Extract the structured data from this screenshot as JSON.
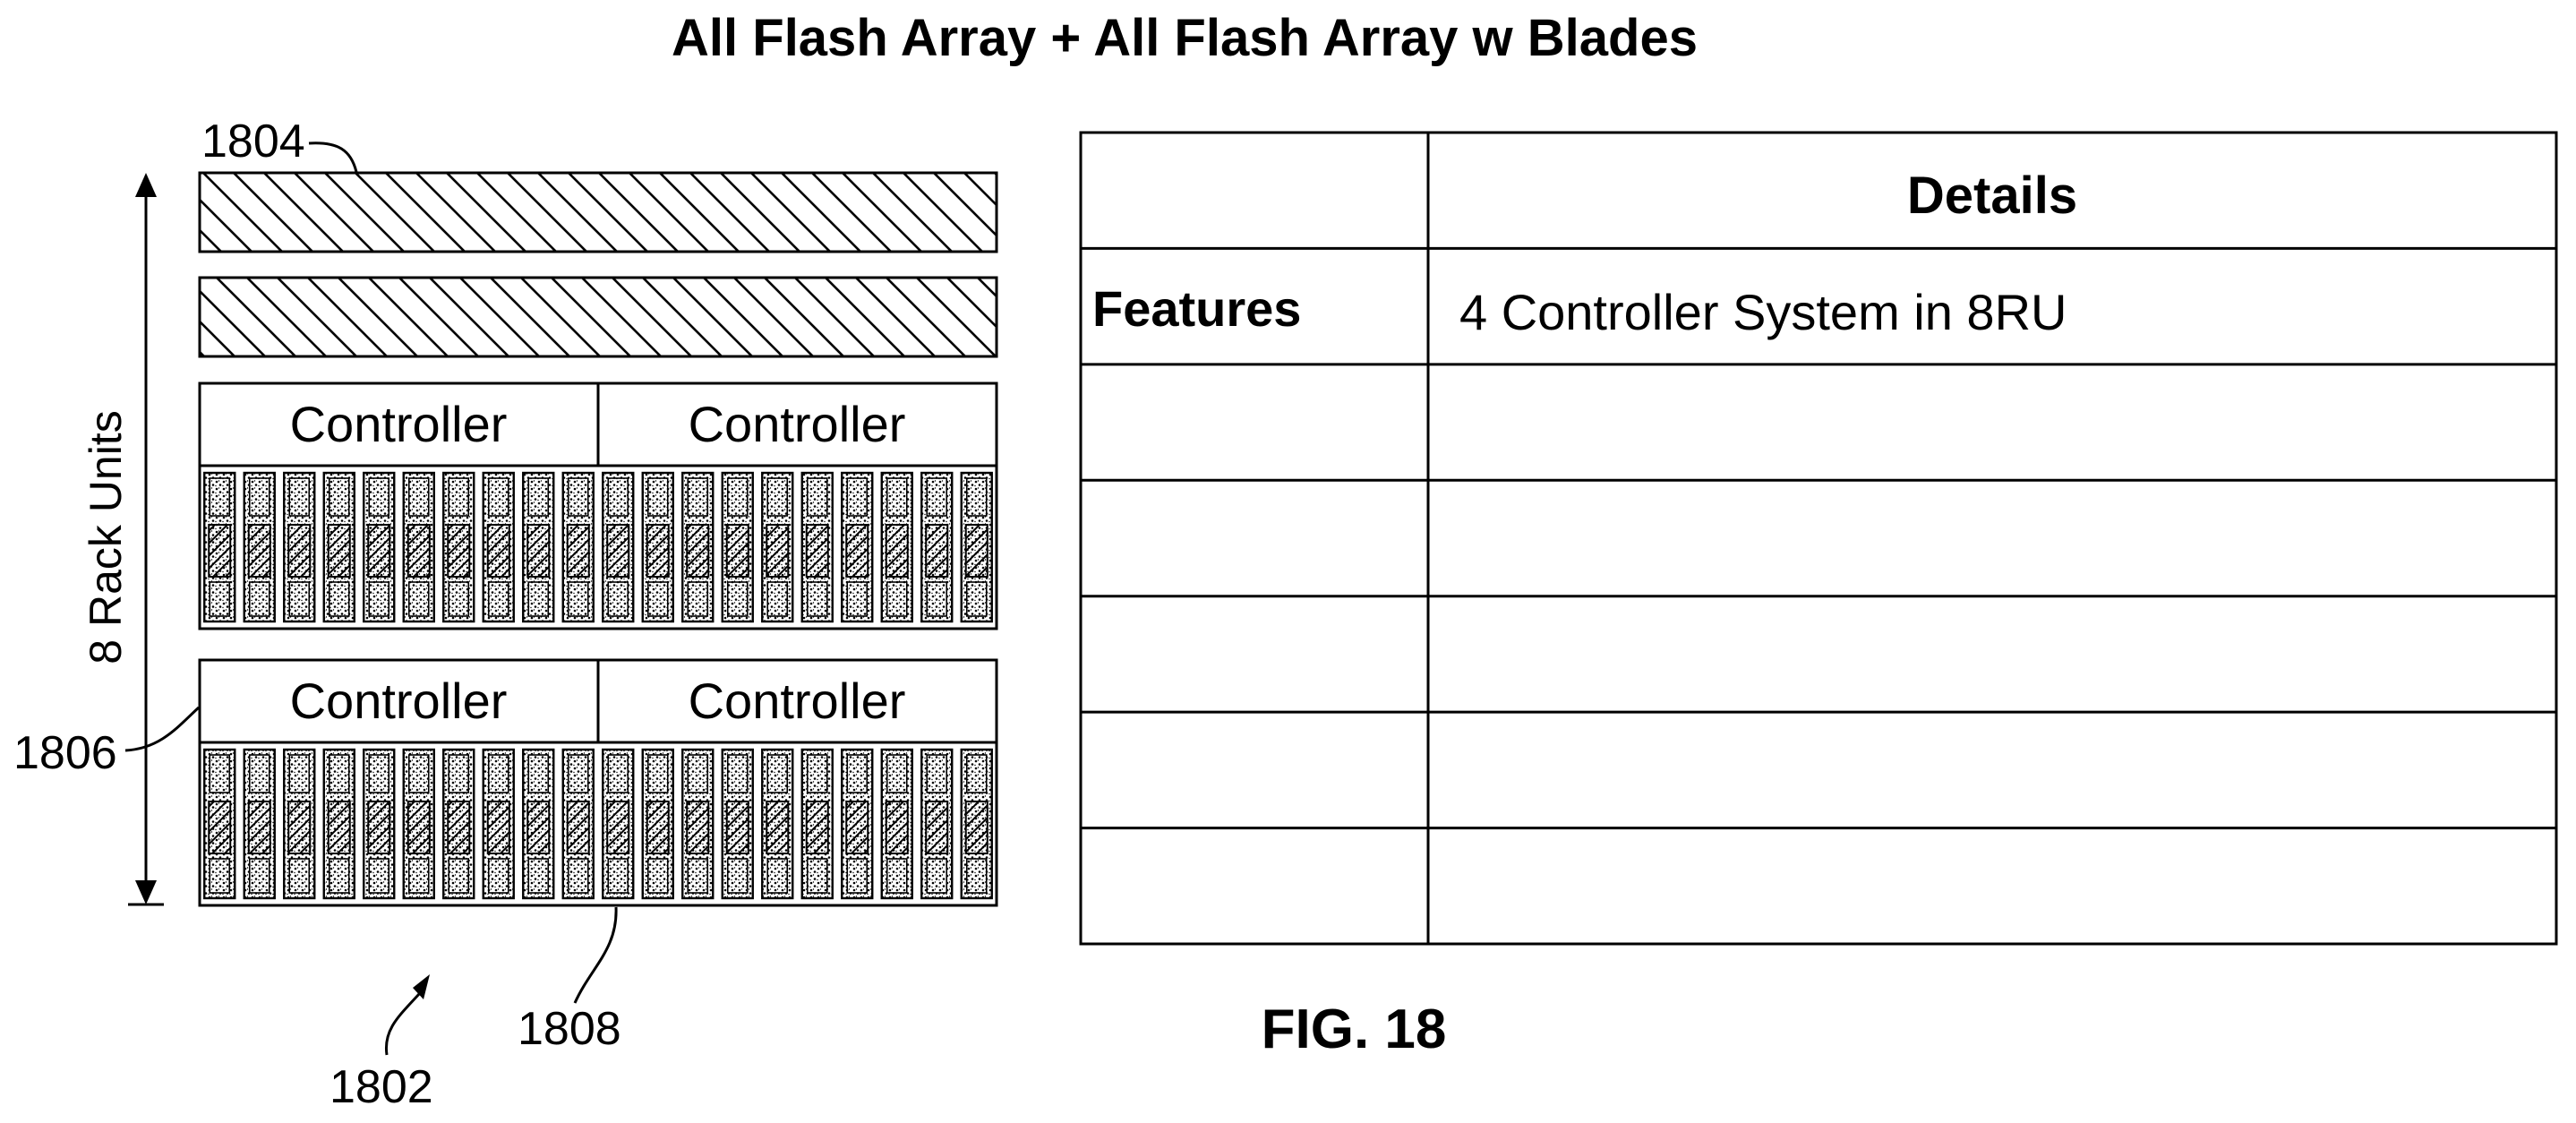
{
  "title": "All Flash Array + All Flash Array w Blades",
  "figure_label": "FIG. 18",
  "rack": {
    "height_label": "8 Rack Units",
    "controller_label": "Controller",
    "refs": {
      "shelf": "1804",
      "chassis": "1806",
      "blade": "1808",
      "system": "1802"
    },
    "blades_per_chassis": 20,
    "chassis_count": 2,
    "controllers_per_chassis": 2
  },
  "table": {
    "header": "Details",
    "rows": [
      {
        "label": "Features",
        "value": "4 Controller System in 8RU"
      },
      {
        "label": "",
        "value": ""
      },
      {
        "label": "",
        "value": ""
      },
      {
        "label": "",
        "value": ""
      },
      {
        "label": "",
        "value": ""
      },
      {
        "label": "",
        "value": ""
      }
    ]
  }
}
